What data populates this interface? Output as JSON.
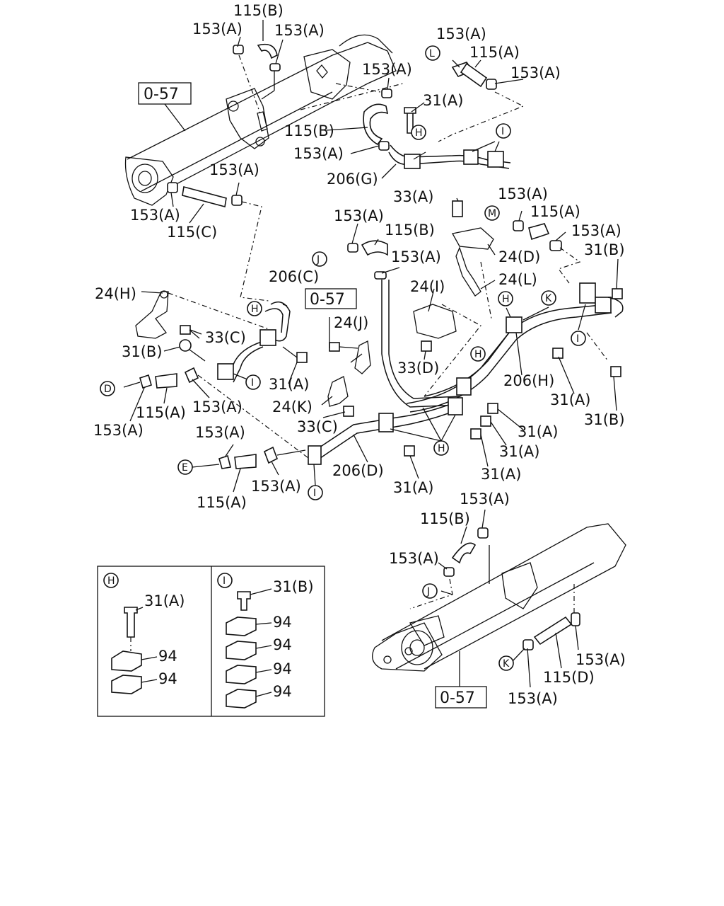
{
  "labels": [
    "115(B)",
    "153(A)",
    "153(A)",
    "0-57",
    "153(A)",
    "153(A)",
    "115(A)",
    "153(A)",
    "31(A)",
    "115(B)",
    "153(A)",
    "206(G)",
    "153(A)",
    "153(A)",
    "115(C)",
    "33(A)",
    "153(A)",
    "115(A)",
    "153(A)",
    "153(A)",
    "115(B)",
    "153(A)",
    "24(D)",
    "31(B)",
    "24(L)",
    "206(C)",
    "24(H)",
    "24(I)",
    "0-57",
    "24(J)",
    "33(C)",
    "31(B)",
    "33(D)",
    "31(A)",
    "206(H)",
    "31(A)",
    "31(B)",
    "115(A)",
    "153(A)",
    "153(A)",
    "24(K)",
    "33(C)",
    "31(A)",
    "31(A)",
    "31(A)",
    "153(A)",
    "153(A)",
    "206(D)",
    "31(A)",
    "115(A)",
    "153(A)",
    "115(B)",
    "153(A)",
    "153(A)",
    "115(D)",
    "153(A)",
    "0-57",
    "31(A)",
    "94",
    "94",
    "31(B)",
    "94",
    "94",
    "94",
    "94"
  ],
  "callouts": [
    "L",
    "H",
    "I",
    "M",
    "J",
    "H",
    "K",
    "I",
    "D",
    "I",
    "H",
    "E",
    "I",
    "H",
    "J",
    "K",
    "H",
    "I"
  ]
}
